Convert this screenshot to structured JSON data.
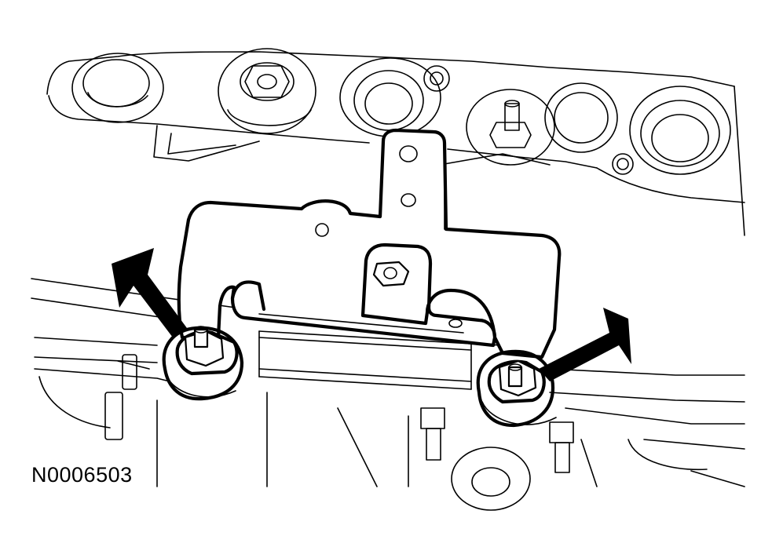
{
  "figure": {
    "reference_code": "N0006503"
  },
  "colors": {
    "line": "#000000",
    "background": "#ffffff"
  },
  "callouts": [
    {
      "name": "left-bolt-arrow",
      "points_to": "left-mounting-nut"
    },
    {
      "name": "right-bolt-arrow",
      "points_to": "right-mounting-nut"
    }
  ]
}
